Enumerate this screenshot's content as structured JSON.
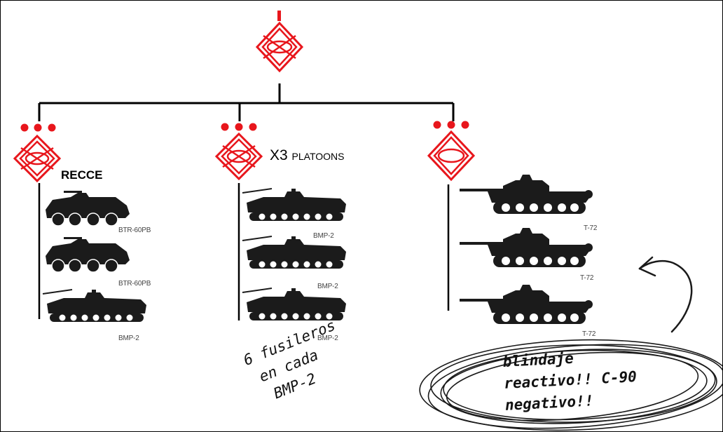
{
  "labels": {
    "recce": "RECCE",
    "x3_prefix": "X3",
    "x3_suffix": "PLATOONS"
  },
  "vehicles": {
    "recce_column": [
      "BTR-60PB",
      "BTR-60PB",
      "BMP-2"
    ],
    "infantry_column": [
      "BMP-2",
      "BMP-2",
      "BMP-2"
    ],
    "tank_column": [
      "T-72",
      "T-72",
      "T-72"
    ]
  },
  "notes": {
    "fusileros": [
      "6 fusileros",
      "en cada",
      "BMP-2"
    ],
    "blindaje": [
      "blindaje",
      "reactivo!! C-90",
      "negativo!!"
    ]
  },
  "colors": {
    "symbol_red": "#e8161c",
    "line_black": "#000000",
    "silhouette": "#1b1b1b"
  },
  "icons": {
    "hq": "mech-infantry-company-symbol",
    "recce": "mech-infantry-platoon-symbol",
    "infantry": "mech-infantry-platoon-symbol",
    "tank": "armor-platoon-symbol"
  }
}
